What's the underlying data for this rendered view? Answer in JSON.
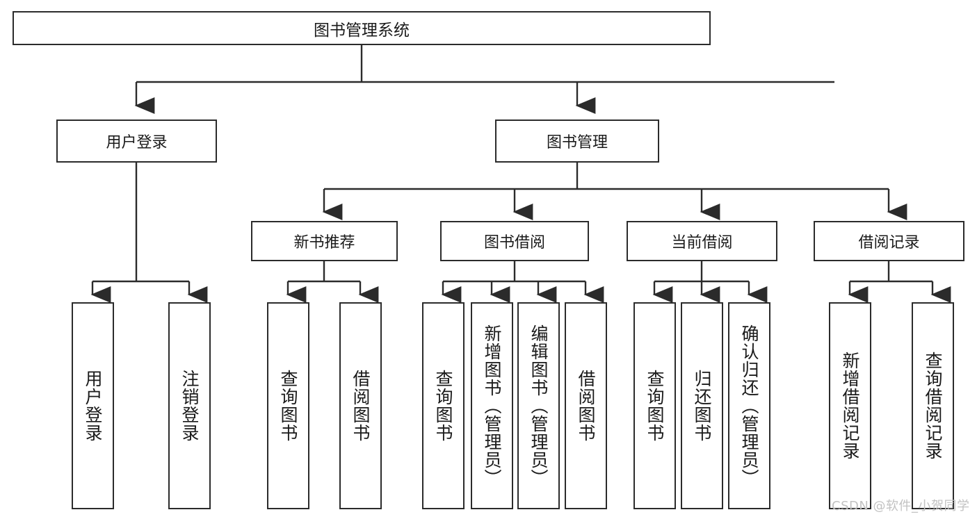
{
  "diagram": {
    "title": "图书管理系统",
    "type": "tree-hierarchy",
    "watermark": "CSDN @软件_小贺同学",
    "colors": {
      "stroke": "#2b2b2b",
      "fill": "#ffffff",
      "text": "#1a1a1a",
      "watermark": "#c2c2c2"
    },
    "root": {
      "label": "图书管理系统"
    },
    "level1": [
      {
        "label": "用户登录"
      },
      {
        "label": "图书管理"
      }
    ],
    "level2": [
      {
        "label": "新书推荐"
      },
      {
        "label": "图书借阅"
      },
      {
        "label": "当前借阅"
      },
      {
        "label": "借阅记录"
      }
    ],
    "leaves": {
      "user_login": [
        {
          "label": "用户登录"
        },
        {
          "label": "注销登录"
        }
      ],
      "new_book_recommend": [
        {
          "label": "查询图书"
        },
        {
          "label": "借阅图书"
        }
      ],
      "book_borrow": [
        {
          "label": "查询图书"
        },
        {
          "label": "新增图书（管理员）"
        },
        {
          "label": "编辑图书（管理员）"
        },
        {
          "label": "借阅图书"
        }
      ],
      "current_borrow": [
        {
          "label": "查询图书"
        },
        {
          "label": "归还图书"
        },
        {
          "label": "确认归还（管理员）"
        }
      ],
      "borrow_record": [
        {
          "label": "新增借阅记录"
        },
        {
          "label": "查询借阅记录"
        }
      ]
    }
  }
}
